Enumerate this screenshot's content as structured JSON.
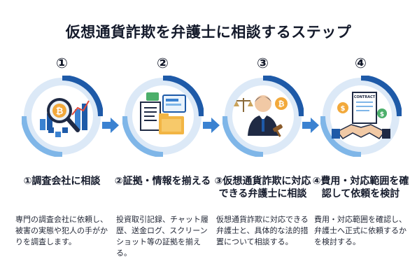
{
  "title": "仮想通貨詐欺を弁護士に相談するステップ",
  "colors": {
    "primary": "#1e5aa8",
    "light": "#7fb6e8",
    "arrow": "#3b82d1",
    "accent": "#f2a93b"
  },
  "steps": [
    {
      "number": "①",
      "heading": "①調査会社に相談",
      "description": "専門の調査会社に依頼し、被害の実態や犯人の手がかりを調査します。",
      "icon": "bitcoin-magnifier-icon"
    },
    {
      "number": "②",
      "heading": "②証拠・情報を揃える",
      "description": "投資取引記録、チャット履歴、送金ログ、スクリーンショット等の証拠を揃える。",
      "icon": "documents-folder-icon"
    },
    {
      "number": "③",
      "heading": "③仮想通貨詐欺に対応できる弁護士に相談",
      "description": "仮想通貨詐欺に対応できる弁護士と、具体的な法的措置について相談する。",
      "icon": "lawyer-icon"
    },
    {
      "number": "④",
      "heading": "④費用・対応範囲を確認して依頼を検討",
      "description": "費用・対応範囲を確認し、弁護士へ正式に依頼するかを検討する。",
      "icon": "contract-handshake-icon",
      "contract_label": "CONTRACT"
    }
  ]
}
